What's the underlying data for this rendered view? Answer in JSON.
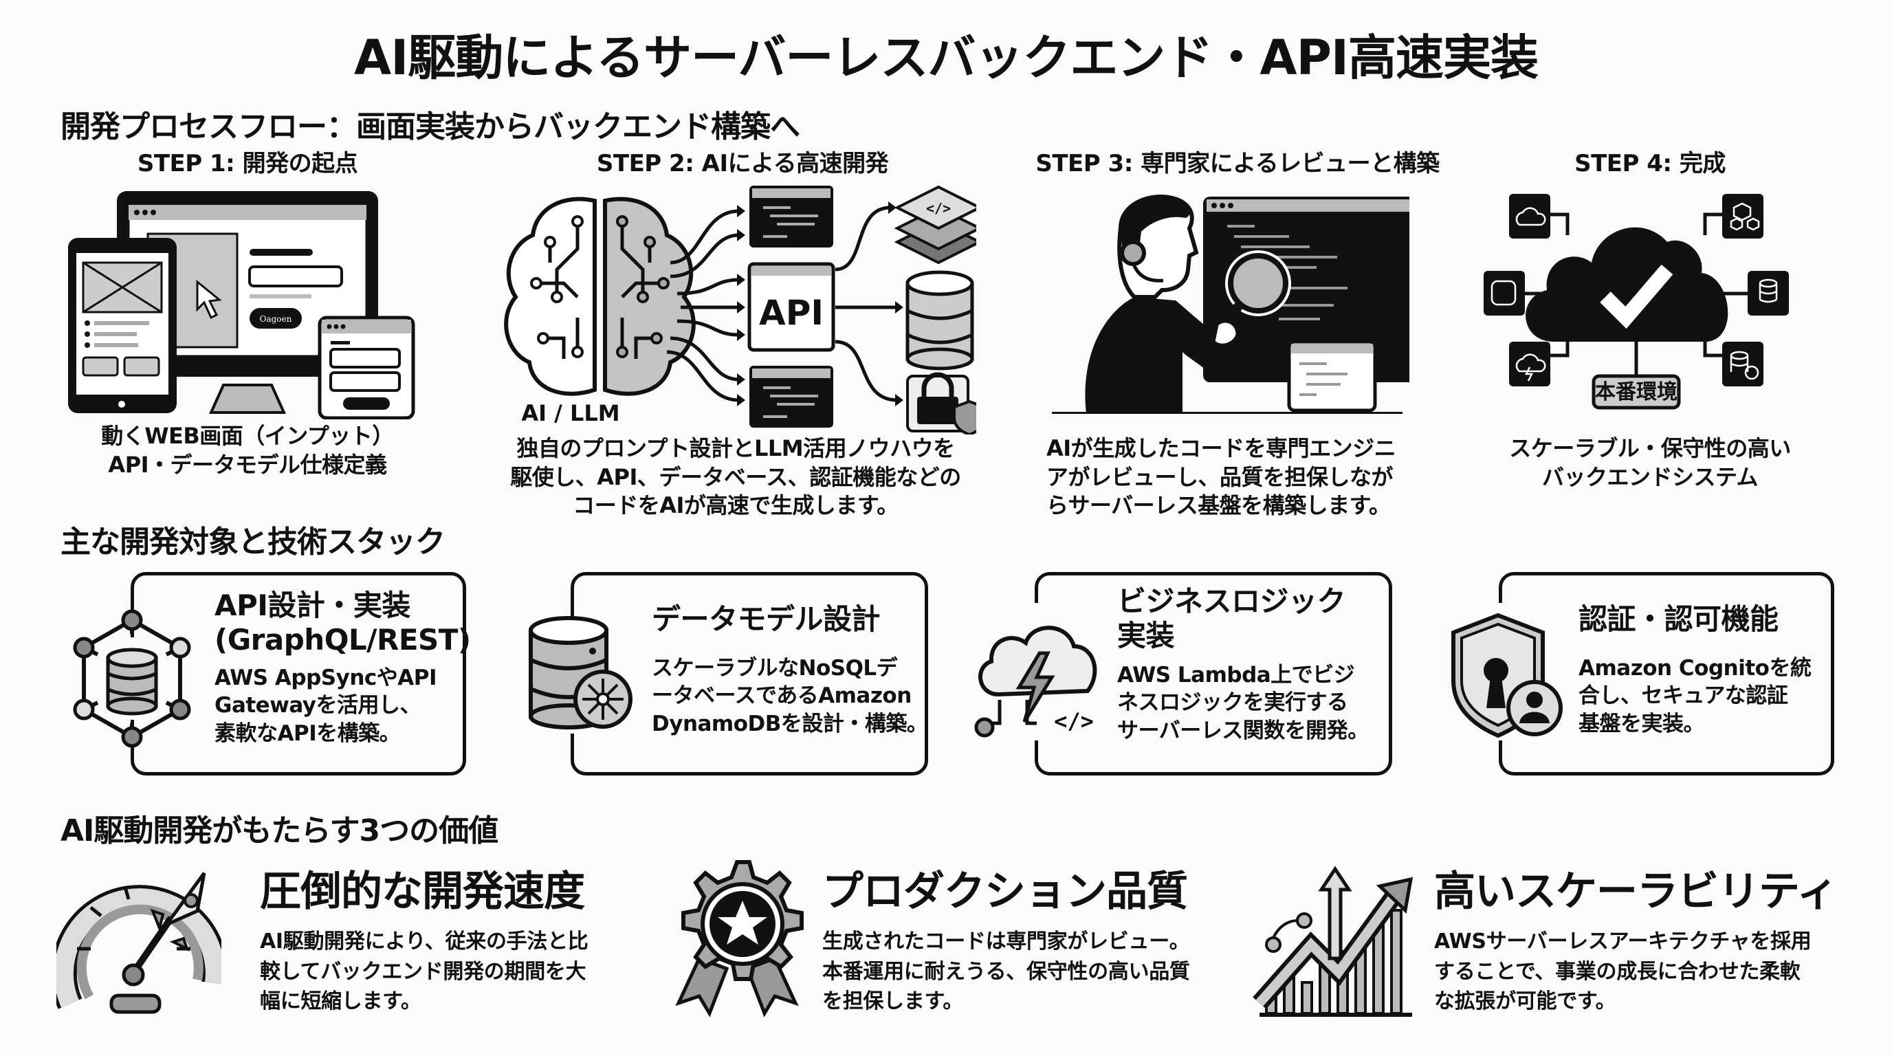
{
  "header": {
    "title": "AI駆動によるサーバーレスバックエンド・API高速実装"
  },
  "process": {
    "section_title": "開発プロセスフロー：画面実装からバックエンド構築へ",
    "steps": [
      {
        "title": "STEP 1: 開発の起点",
        "icon": "devices-icon",
        "illustration_button_label": "Oagoen",
        "lines": [
          "動くWEB画面（インプット）",
          "API・データモデル仕様定義"
        ]
      },
      {
        "title": "STEP 2: AIによる高速開発",
        "icon": "ai-brain-icon",
        "brain_label": "AI / LLM",
        "api_label": "API",
        "lines": [
          "独自のプロンプト設計とLLM活用ノウハウを",
          "駆使し、API、データベース、認証機能などの",
          "コードをAIが高速で生成します。"
        ]
      },
      {
        "title": "STEP 3: 専門家によるレビューと構築",
        "icon": "expert-review-icon",
        "lines": [
          "AIが生成したコードを専門エンジニ",
          "アがレビューし、品質を担保しなが",
          "らサーバーレス基盤を構築します。"
        ]
      },
      {
        "title": "STEP 4: 完成",
        "icon": "cloud-check-icon",
        "badge": "本番環境",
        "lines": [
          "スケーラブル・保守性の高い",
          "バックエンドシステム"
        ]
      }
    ]
  },
  "stack": {
    "section_title": "主な開発対象と技術スタック",
    "cards": [
      {
        "icon": "api-network-icon",
        "title_lines": [
          "API設計・実装",
          "(GraphQL/REST)"
        ],
        "desc_lines": [
          "AWS AppSyncやAPI",
          "Gatewayを活用し、",
          "素軟なAPIを構築。"
        ]
      },
      {
        "icon": "database-icon",
        "title_lines": [
          "データモデル設計"
        ],
        "desc_lines": [
          "スケーラブルなNoSQLデ",
          "ータベースであるAmazon",
          "DynamoDBを設計・構築。"
        ]
      },
      {
        "icon": "lambda-cloud-icon",
        "title_lines": [
          "ビジネスロジック",
          "実装"
        ],
        "desc_lines": [
          "AWS Lambda上でビジ",
          "ネスロジックを実行する",
          "サーバーレス関数を開発。"
        ]
      },
      {
        "icon": "shield-lock-icon",
        "title_lines": [
          "認証・認可機能"
        ],
        "desc_lines": [
          "Amazon Cognitoを統",
          "合し、セキュアな認証",
          "基盤を実装。"
        ]
      }
    ]
  },
  "values": {
    "section_title": "AI駆動開発がもたらす3つの価値",
    "items": [
      {
        "icon": "speedometer-rocket-icon",
        "title": "圧倒的な開発速度",
        "desc_lines": [
          "AI駆動開発により、従来の手法と比",
          "較してバックエンド開発の期間を大",
          "幅に短縮します。"
        ]
      },
      {
        "icon": "quality-badge-icon",
        "title": "プロダクション品質",
        "desc_lines": [
          "生成されたコードは専門家がレビュー。",
          "本番運用に耐えうる、保守性の高い品質",
          "を担保します。"
        ]
      },
      {
        "icon": "growth-chart-icon",
        "title": "高いスケーラビリティ",
        "desc_lines": [
          "AWSサーバーレスアーキテクチャを採用",
          "することで、事業の成長に合わせた柔軟",
          "な拡張が可能です。"
        ]
      }
    ]
  },
  "colors": {
    "background": "#fbfbf9",
    "ink": "#111111",
    "mid_gray": "#9a9a9a",
    "light_gray": "#cfcfcf"
  }
}
